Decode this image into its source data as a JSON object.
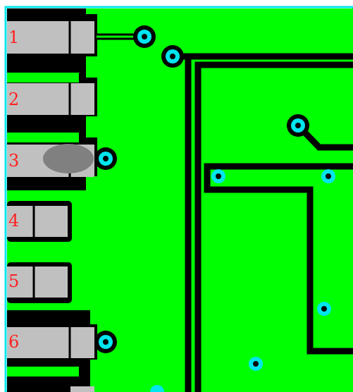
{
  "colors": {
    "copper": "#00ff00",
    "gap": "#000000",
    "board_edge": "#00e5ee",
    "pad": "#c0c0c0",
    "pad_text": "#ff2020",
    "via_ring": "#00e5ee",
    "via_hole": "#000000",
    "marker": "#808080"
  },
  "pins": [
    {
      "label": "1"
    },
    {
      "label": "2"
    },
    {
      "label": "3"
    },
    {
      "label": "4"
    },
    {
      "label": "5"
    },
    {
      "label": "6"
    }
  ]
}
